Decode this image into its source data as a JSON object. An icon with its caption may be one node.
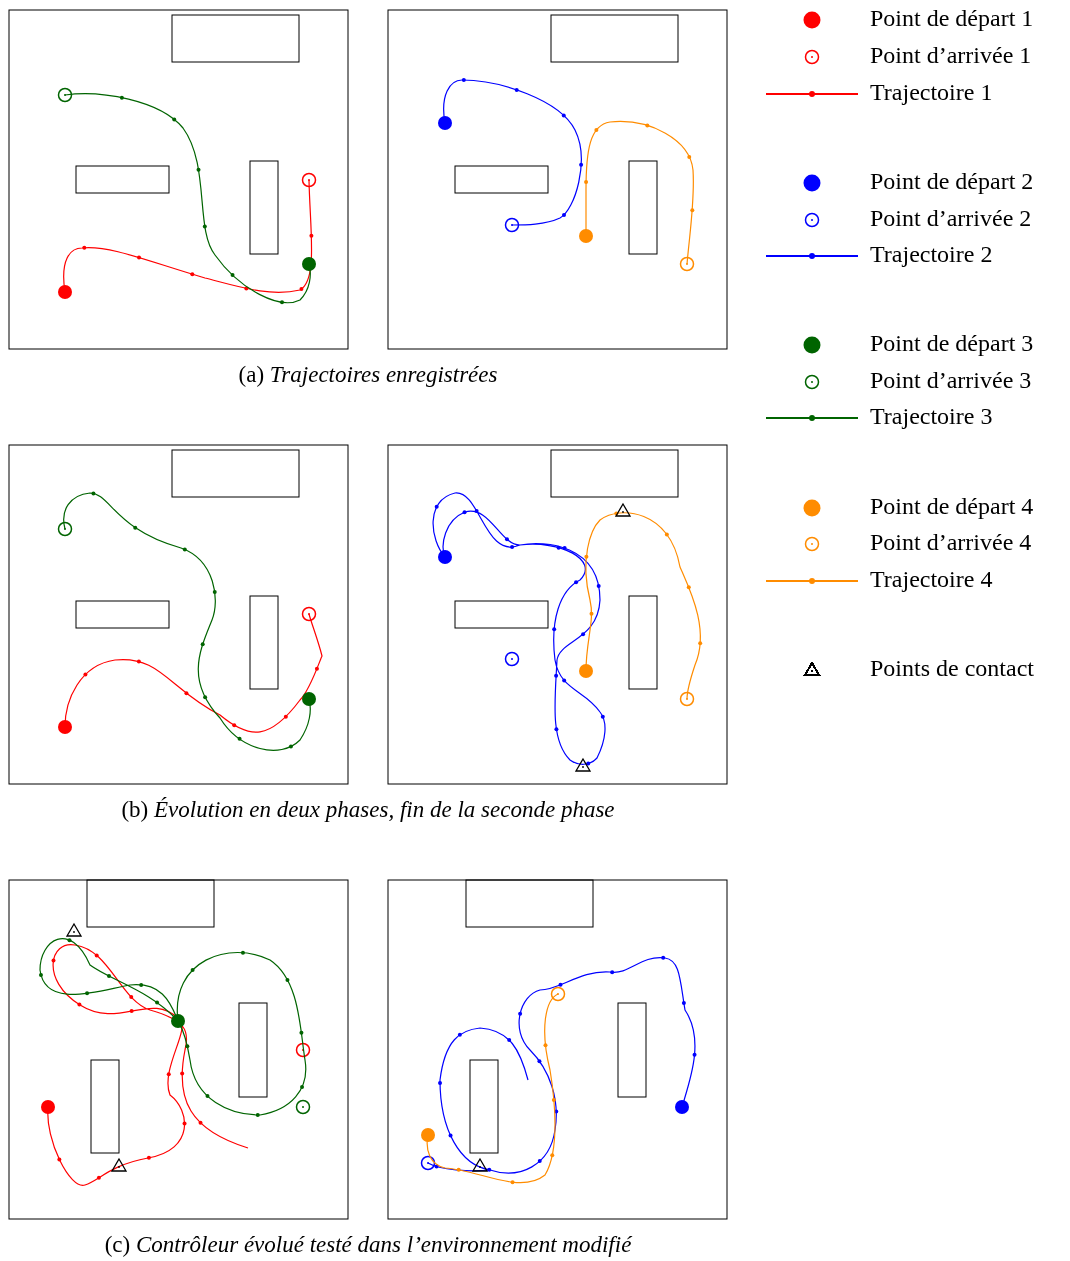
{
  "diagram": {
    "labels": [
      "(a) *Trajectoires enregistrées*",
      "(b) *Évolution en deux phases, fin de la seconde phase*",
      "(c) *Contrôleur évolué testé dans l’environnement modifié*"
    ],
    "legend": [
      {
        "text": "Point de départ 1",
        "color": "#ff0000"
      },
      {
        "text": "Point d’arrivée 1",
        "color": "#ff0000"
      },
      {
        "text": "Trajectoire 1",
        "color": "#ff0000"
      },
      {
        "text": "Point de départ 2",
        "color": "#0000ff"
      },
      {
        "text": "Point d’arrivée 2",
        "color": "#0000ff"
      },
      {
        "text": "Trajectoire 2",
        "color": "#0000ff"
      },
      {
        "text": "Point de départ 3",
        "color": "#006400"
      },
      {
        "text": "Point d’arrivée 3",
        "color": "#006400"
      },
      {
        "text": "Trajectoire 3",
        "color": "#006400"
      },
      {
        "text": "Point de départ 4",
        "color": "#ff8c00"
      },
      {
        "text": "Point d’arrivée 4",
        "color": "#ff8c00"
      },
      {
        "text": "Trajectoire 4",
        "color": "#ff8c00"
      },
      {
        "text": "Points de contact",
        "color": "#000000"
      }
    ]
  }
}
